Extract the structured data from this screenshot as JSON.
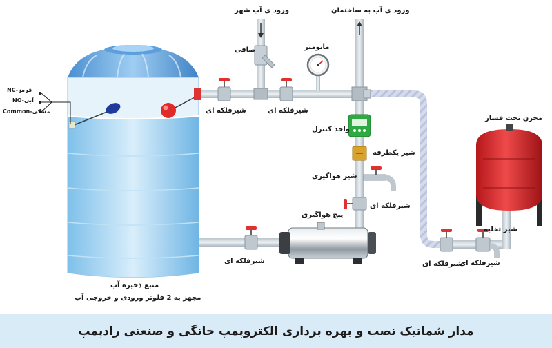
{
  "labels": {
    "city_inlet": "ورود ی آب شهر",
    "building_inlet": "ورود ی آب به ساختمان",
    "filter": "صافی",
    "manometer": "مانومتر",
    "valve_top_left": "شیرفلکه ای",
    "valve_top_mid": "شیرفلکه ای",
    "control_unit": "واحد کنترل",
    "check_valve": "شیر یکطرفه",
    "air_valve": "شیر هواگیری",
    "valve_vertical": "شیرفلکه ای",
    "air_screw": "پیچ هواگیری",
    "valve_bottom": "شیرفلکه ای",
    "valve_right": "شیرفلکه ای",
    "drain_valve": "شیر تخلیه",
    "pressure_tank": "مخزن تحت فشار",
    "tank_name": "منبع ذخیره آب",
    "tank_desc": "مجهز به 2 فلوتر ورودی و خروجی آب"
  },
  "wires": {
    "nc": "NC-قرمز",
    "no": "NO-آبی",
    "common": "Common-مشکی"
  },
  "footer": {
    "title": "مدار شماتیک نصب و بهره برداری الکتروپمپ خانگی و صنعتی رادپمپ"
  }
}
